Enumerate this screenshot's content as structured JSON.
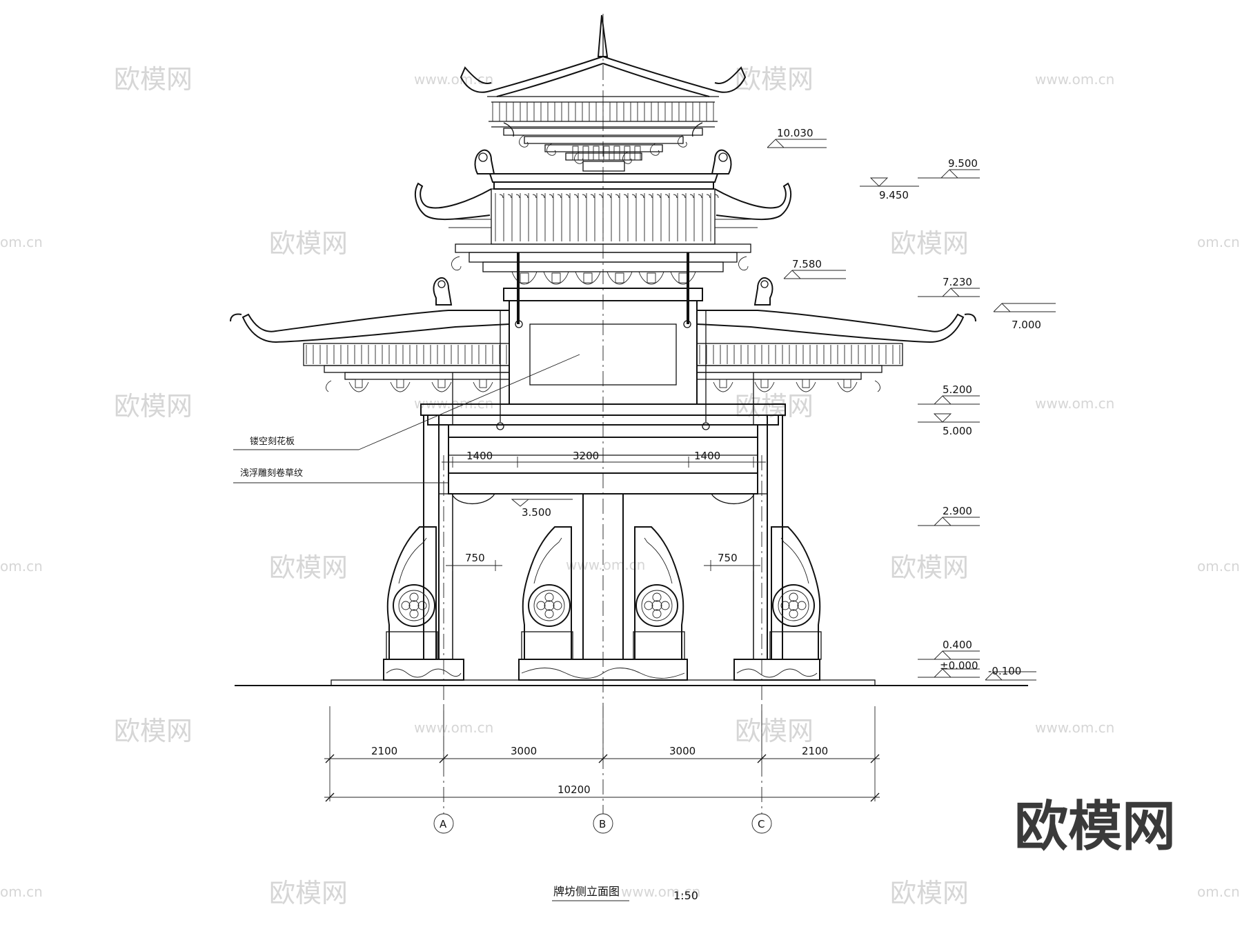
{
  "elevation_marks": [
    {
      "id": "e10030",
      "label": "10.030"
    },
    {
      "id": "e9500",
      "label": "9.500"
    },
    {
      "id": "e9450",
      "label": "9.450"
    },
    {
      "id": "e7580",
      "label": "7.580"
    },
    {
      "id": "e7230",
      "label": "7.230"
    },
    {
      "id": "e7000",
      "label": "7.000"
    },
    {
      "id": "e5200",
      "label": "5.200"
    },
    {
      "id": "e5000",
      "label": "5.000"
    },
    {
      "id": "e3500",
      "label": "3.500"
    },
    {
      "id": "e2900",
      "label": "2.900"
    },
    {
      "id": "e0400",
      "label": "0.400"
    },
    {
      "id": "e0000",
      "label": "±0.000"
    },
    {
      "id": "em0100",
      "label": "-0.100"
    }
  ],
  "annotations": {
    "carved_panel": "镂空刻花板",
    "relief_scroll": "浅浮雕刻卷草纹"
  },
  "inner_dims": {
    "left_1400": "1400",
    "center_3200": "3200",
    "right_1400": "1400",
    "left_750": "750",
    "right_750": "750"
  },
  "bottom_dims": {
    "seg1": "2100",
    "seg2": "3000",
    "seg3": "3000",
    "seg4": "2100",
    "total": "10200"
  },
  "axes": [
    "A",
    "B",
    "C"
  ],
  "title": {
    "name": "牌坊侧立面图",
    "scale": "1:50"
  },
  "watermarks": {
    "cn": "欧模网",
    "url": "www.om.cn",
    "edge": "om.cn",
    "brand": "欧模网"
  }
}
